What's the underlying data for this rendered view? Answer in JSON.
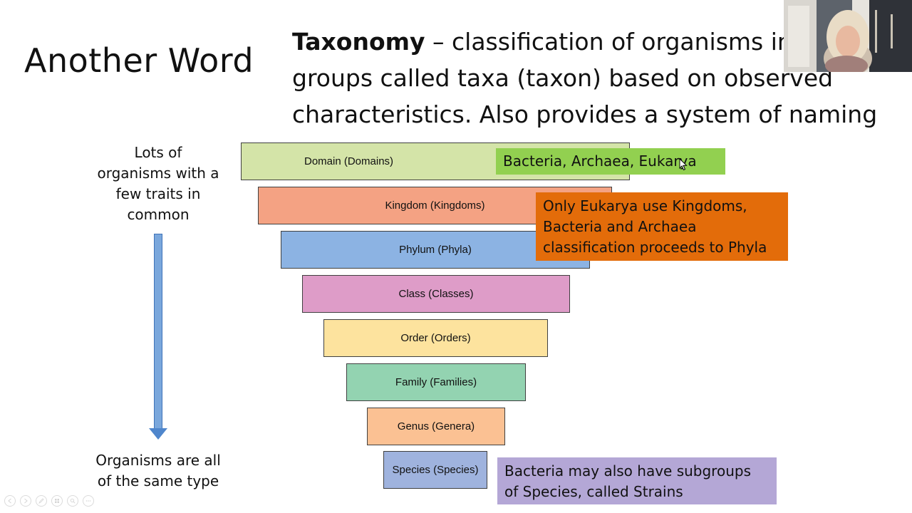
{
  "slide": {
    "title": "Another Word",
    "definition": {
      "term": "Taxonomy",
      "line1_rest": " – classification of organisms into",
      "line2": "groups called taxa (taxon) based on observed",
      "line3": "characteristics. Also provides a system of naming"
    },
    "top_note": [
      "Lots of",
      "organisms with a",
      "few traits in",
      "common"
    ],
    "bottom_note": [
      "Organisms are all",
      "of the same type"
    ],
    "ranks": [
      {
        "label": "Domain (Domains)",
        "color": "#d4e4a8"
      },
      {
        "label": "Kingdom (Kingdoms)",
        "color": "#f4a283"
      },
      {
        "label": "Phylum (Phyla)",
        "color": "#8cb3e3"
      },
      {
        "label": "Class (Classes)",
        "color": "#de9cc8"
      },
      {
        "label": "Order (Orders)",
        "color": "#fde39e"
      },
      {
        "label": "Family (Families)",
        "color": "#93d3b1"
      },
      {
        "label": "Genus (Genera)",
        "color": "#fbc193"
      },
      {
        "label": "Species (Species)",
        "color": "#9fb3de"
      }
    ],
    "callouts": {
      "domains": {
        "text": "Bacteria, Archaea, Eukarya",
        "color": "#92d050"
      },
      "kingdoms": {
        "lines": [
          "Only Eukarya use Kingdoms,",
          "Bacteria and Archaea",
          "classification proceeds to Phyla"
        ],
        "color": "#e36c0a"
      },
      "strains": {
        "lines": [
          "Bacteria may also have subgroups",
          "of Species, called Strains"
        ],
        "color": "#b4a7d6"
      }
    }
  },
  "icons": {
    "arrow": "down-arrow-icon",
    "cursor": "mouse-cursor-icon",
    "presenter": "presenter-webcam"
  }
}
